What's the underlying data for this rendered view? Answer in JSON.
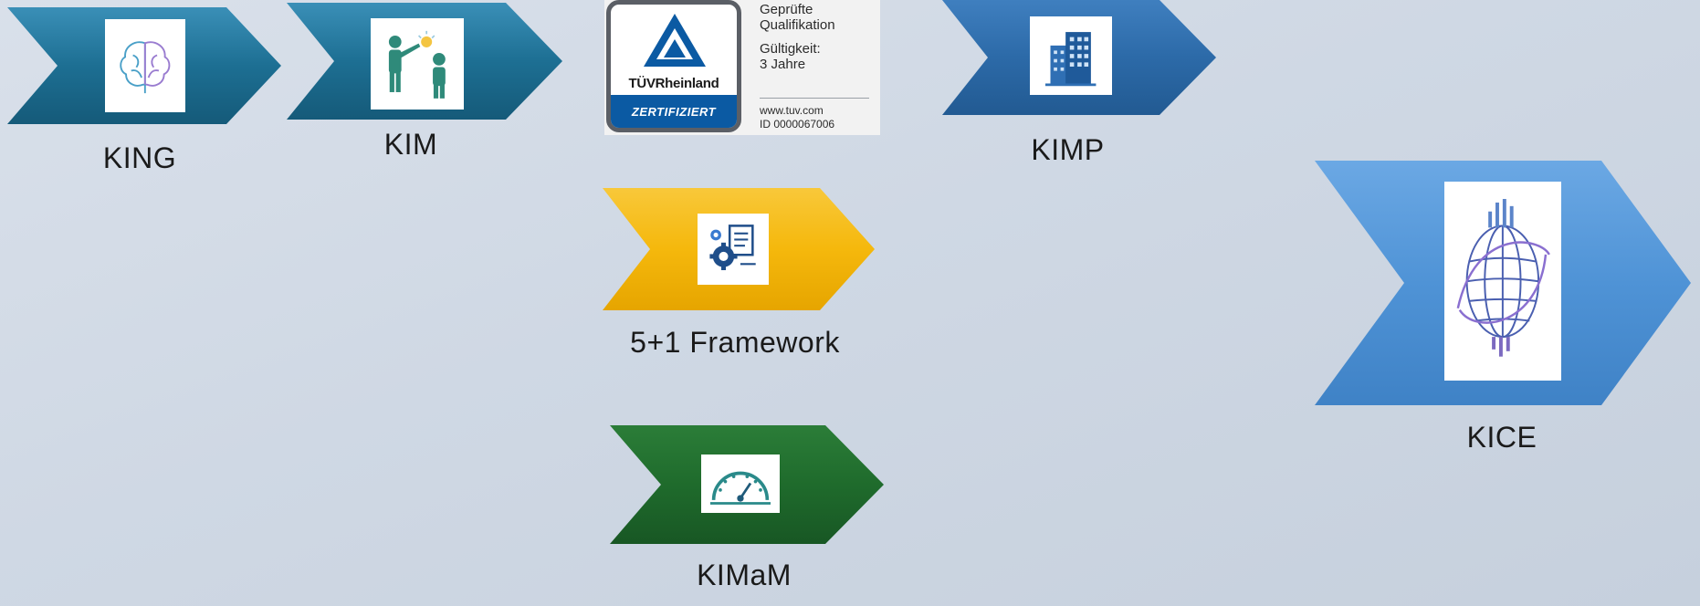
{
  "nodes": {
    "king": {
      "label": "KING",
      "color": "#1d6f93",
      "icon": "brain-icon"
    },
    "kim": {
      "label": "KIM",
      "color": "#1d6f93",
      "icon": "presenter-icon"
    },
    "kimp": {
      "label": "KIMP",
      "color": "#2c6aa8",
      "icon": "building-icon"
    },
    "framework": {
      "label": "5+1 Framework",
      "color": "#f5b80c",
      "icon": "gears-document-icon"
    },
    "kimam": {
      "label": "KIMaM",
      "color": "#1f6b2c",
      "icon": "gauge-icon"
    },
    "kice": {
      "label": "KICE",
      "color": "#4f93d6",
      "icon": "globe-icon"
    }
  },
  "certificate": {
    "brand": "TÜVRheinland",
    "badge": "ZERTIFIZIERT",
    "line1": "Geprüfte",
    "line2": "Qualifikation",
    "line3": "Gültigkeit:",
    "line4": "3 Jahre",
    "url": "www.tuv.com",
    "id": "ID  0000067006"
  }
}
